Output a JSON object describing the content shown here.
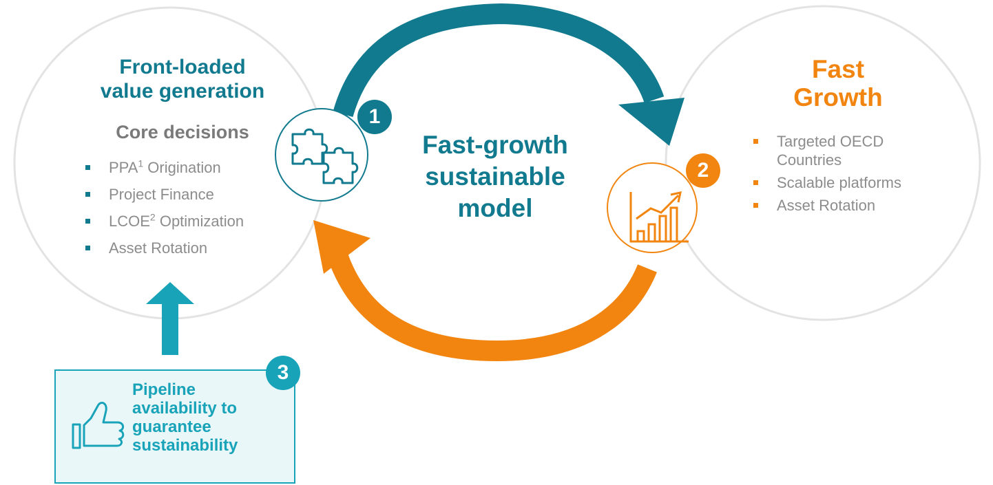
{
  "left": {
    "title_line1": "Front-loaded",
    "title_line2": "value generation",
    "subtitle": "Core decisions",
    "items": [
      {
        "text": "PPA",
        "sup": "1",
        "rest": " Origination"
      },
      {
        "text": "Project Finance",
        "sup": "",
        "rest": ""
      },
      {
        "text": "LCOE",
        "sup": "2",
        "rest": " Optimization"
      },
      {
        "text": "Asset Rotation",
        "sup": "",
        "rest": ""
      }
    ]
  },
  "center": {
    "line1": "Fast-growth",
    "line2": "sustainable",
    "line3": "model"
  },
  "right": {
    "title_line1": "Fast",
    "title_line2": "Growth",
    "items": [
      {
        "text": "Targeted OECD Countries"
      },
      {
        "text": "Scalable platforms"
      },
      {
        "text": "Asset Rotation"
      }
    ]
  },
  "pipeline": {
    "line1": "Pipeline",
    "line2": "availability to",
    "line3": "guarantee",
    "line4": "sustainability"
  },
  "badges": {
    "one": "1",
    "two": "2",
    "three": "3"
  },
  "icons": {
    "puzzle": "puzzle-icon",
    "growth": "growth-chart-icon",
    "thumbs": "thumbs-up-icon"
  },
  "colors": {
    "teal_dark": "#127a8f",
    "teal_light": "#18a3b9",
    "orange": "#f2850f",
    "gray_text": "#8c8c8c",
    "circle_outline": "#e3e3e3",
    "pipeline_fill": "#eaf7f9"
  }
}
